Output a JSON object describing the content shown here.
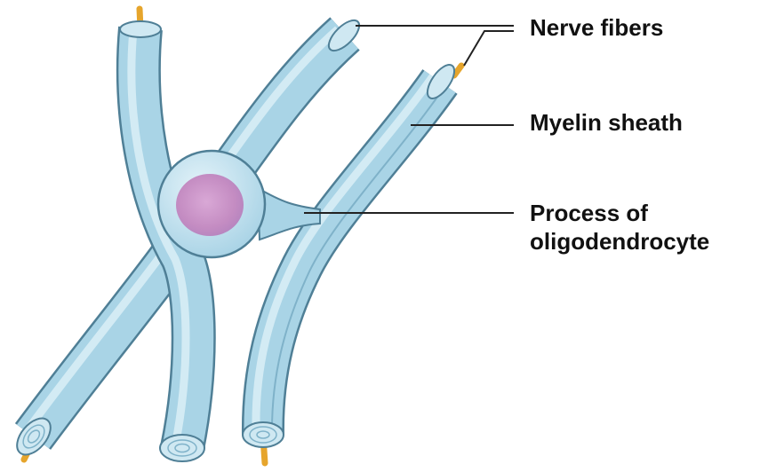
{
  "labels": {
    "nerve_fibers": "Nerve fibers",
    "myelin_sheath": "Myelin sheath",
    "process_line1": "Process of",
    "process_line2": "oligodendrocyte"
  },
  "colors": {
    "sheath": "#a9d4e6",
    "sheath_light": "#d3ebf4",
    "sheath_dark": "#6e9fb6",
    "outline": "#4f7f96",
    "axon": "#f2b33a",
    "nucleus": "#c98fc6",
    "leader": "#222222"
  }
}
